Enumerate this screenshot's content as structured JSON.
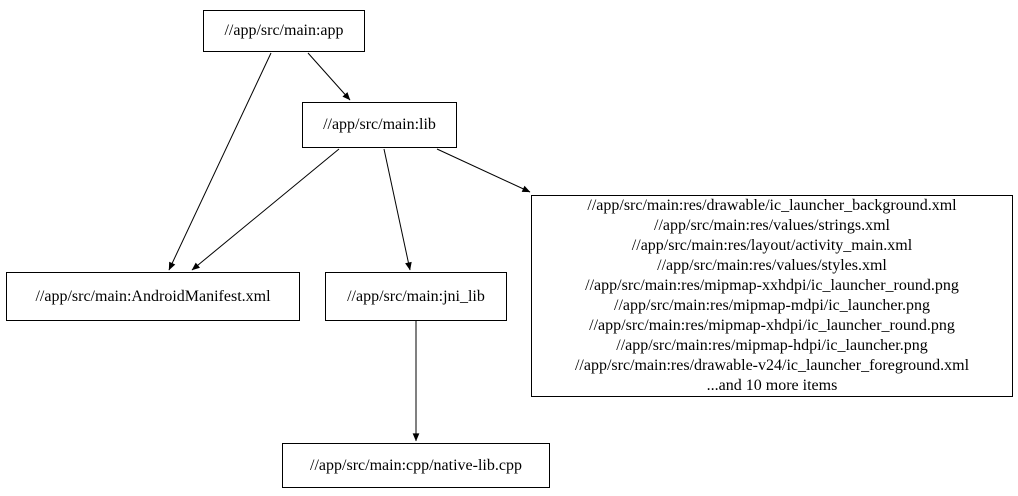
{
  "diagram": {
    "kind": "build-dependency-graph",
    "background_color": "#ffffff",
    "node_border_color": "#000000",
    "edge_color": "#000000",
    "text_color": "#000000"
  },
  "nodes": {
    "app": {
      "label": "//app/src/main:app"
    },
    "lib": {
      "label": "//app/src/main:lib"
    },
    "android_manifest": {
      "label": "//app/src/main:AndroidManifest.xml"
    },
    "jni_lib": {
      "label": "//app/src/main:jni_lib"
    },
    "native_lib": {
      "label": "//app/src/main:cpp/native-lib.cpp"
    },
    "resources": {
      "lines": [
        "//app/src/main:res/drawable/ic_launcher_background.xml",
        "//app/src/main:res/values/strings.xml",
        "//app/src/main:res/layout/activity_main.xml",
        "//app/src/main:res/values/styles.xml",
        "//app/src/main:res/mipmap-xxhdpi/ic_launcher_round.png",
        "//app/src/main:res/mipmap-mdpi/ic_launcher.png",
        "//app/src/main:res/mipmap-xhdpi/ic_launcher_round.png",
        "//app/src/main:res/mipmap-hdpi/ic_launcher.png",
        "//app/src/main:res/drawable-v24/ic_launcher_foreground.xml",
        "...and 10 more items"
      ]
    }
  },
  "edges": [
    {
      "from": "app",
      "to": "lib"
    },
    {
      "from": "app",
      "to": "android_manifest"
    },
    {
      "from": "lib",
      "to": "android_manifest"
    },
    {
      "from": "lib",
      "to": "jni_lib"
    },
    {
      "from": "lib",
      "to": "resources"
    },
    {
      "from": "jni_lib",
      "to": "native_lib"
    }
  ]
}
